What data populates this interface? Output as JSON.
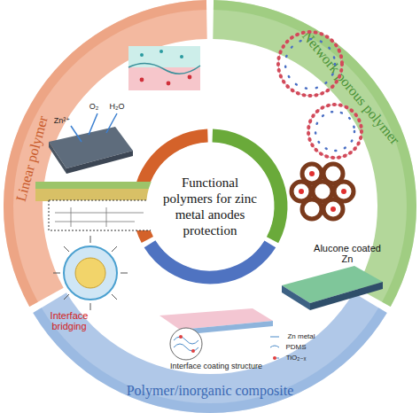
{
  "diagram": {
    "nodes": [
      {
        "text": [
          "Linear polymer"
        ]
      },
      {
        "text": [
          "Network porous polymer"
        ]
      },
      {
        "text": [
          "Functional polymers for zinc metal anodes protection"
        ]
      },
      {
        "text": [
          "Polymer/inorganic composite"
        ]
      }
    ],
    "labels": [
      "Zn²⁺",
      "O₂",
      "H₂O",
      "Interface bridging",
      "Alucone coated Zn",
      "Zn metal",
      "PDMS",
      "TiO₂₋ₓ",
      "Interface coating structure"
    ]
  }
}
